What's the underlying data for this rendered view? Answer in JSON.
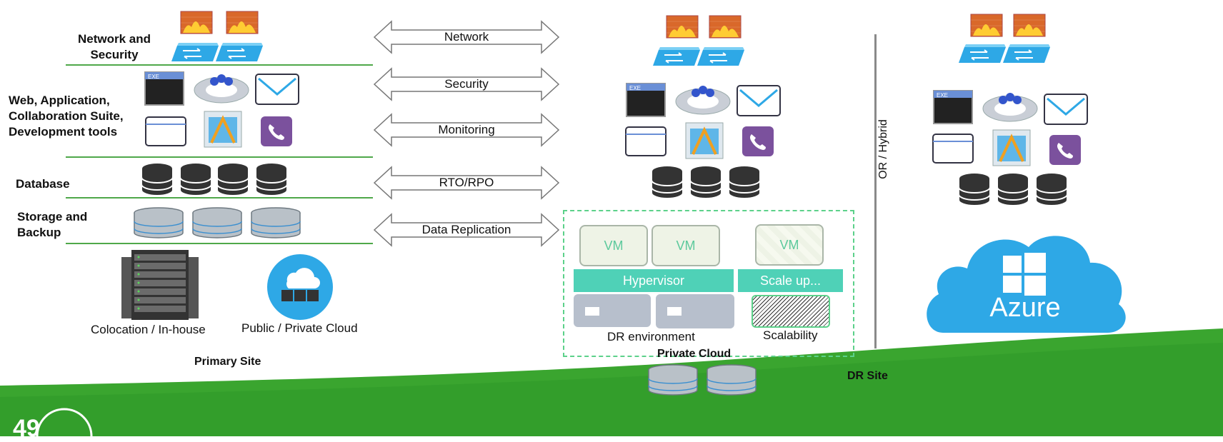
{
  "primary": {
    "labels": {
      "network": "Network and Security",
      "web": "Web, Application, Collaboration Suite, Development tools",
      "database": "Database",
      "storage": "Storage and Backup"
    },
    "colocation": "Colocation / In-house",
    "cloud": "Public / Private Cloud",
    "site": "Primary Site"
  },
  "arrows": [
    "Network",
    "Security",
    "Monitoring",
    "RTO/RPO",
    "Data Replication"
  ],
  "dr": {
    "vm1": "VM",
    "vm2": "VM",
    "vm3": "VM",
    "hypervisor": "Hypervisor",
    "scaleup": "Scale up...",
    "dr_env": "DR environment",
    "scalability": "Scalability",
    "private_cloud": "Private Cloud",
    "site": "DR Site"
  },
  "hybrid": "OR / Hybrid",
  "azure": "Azure",
  "page_number": "49",
  "colors": {
    "green": "#3aa52f",
    "teal": "#4fd1b7",
    "azure": "#2ea8e6",
    "line": "#4fa84a"
  }
}
